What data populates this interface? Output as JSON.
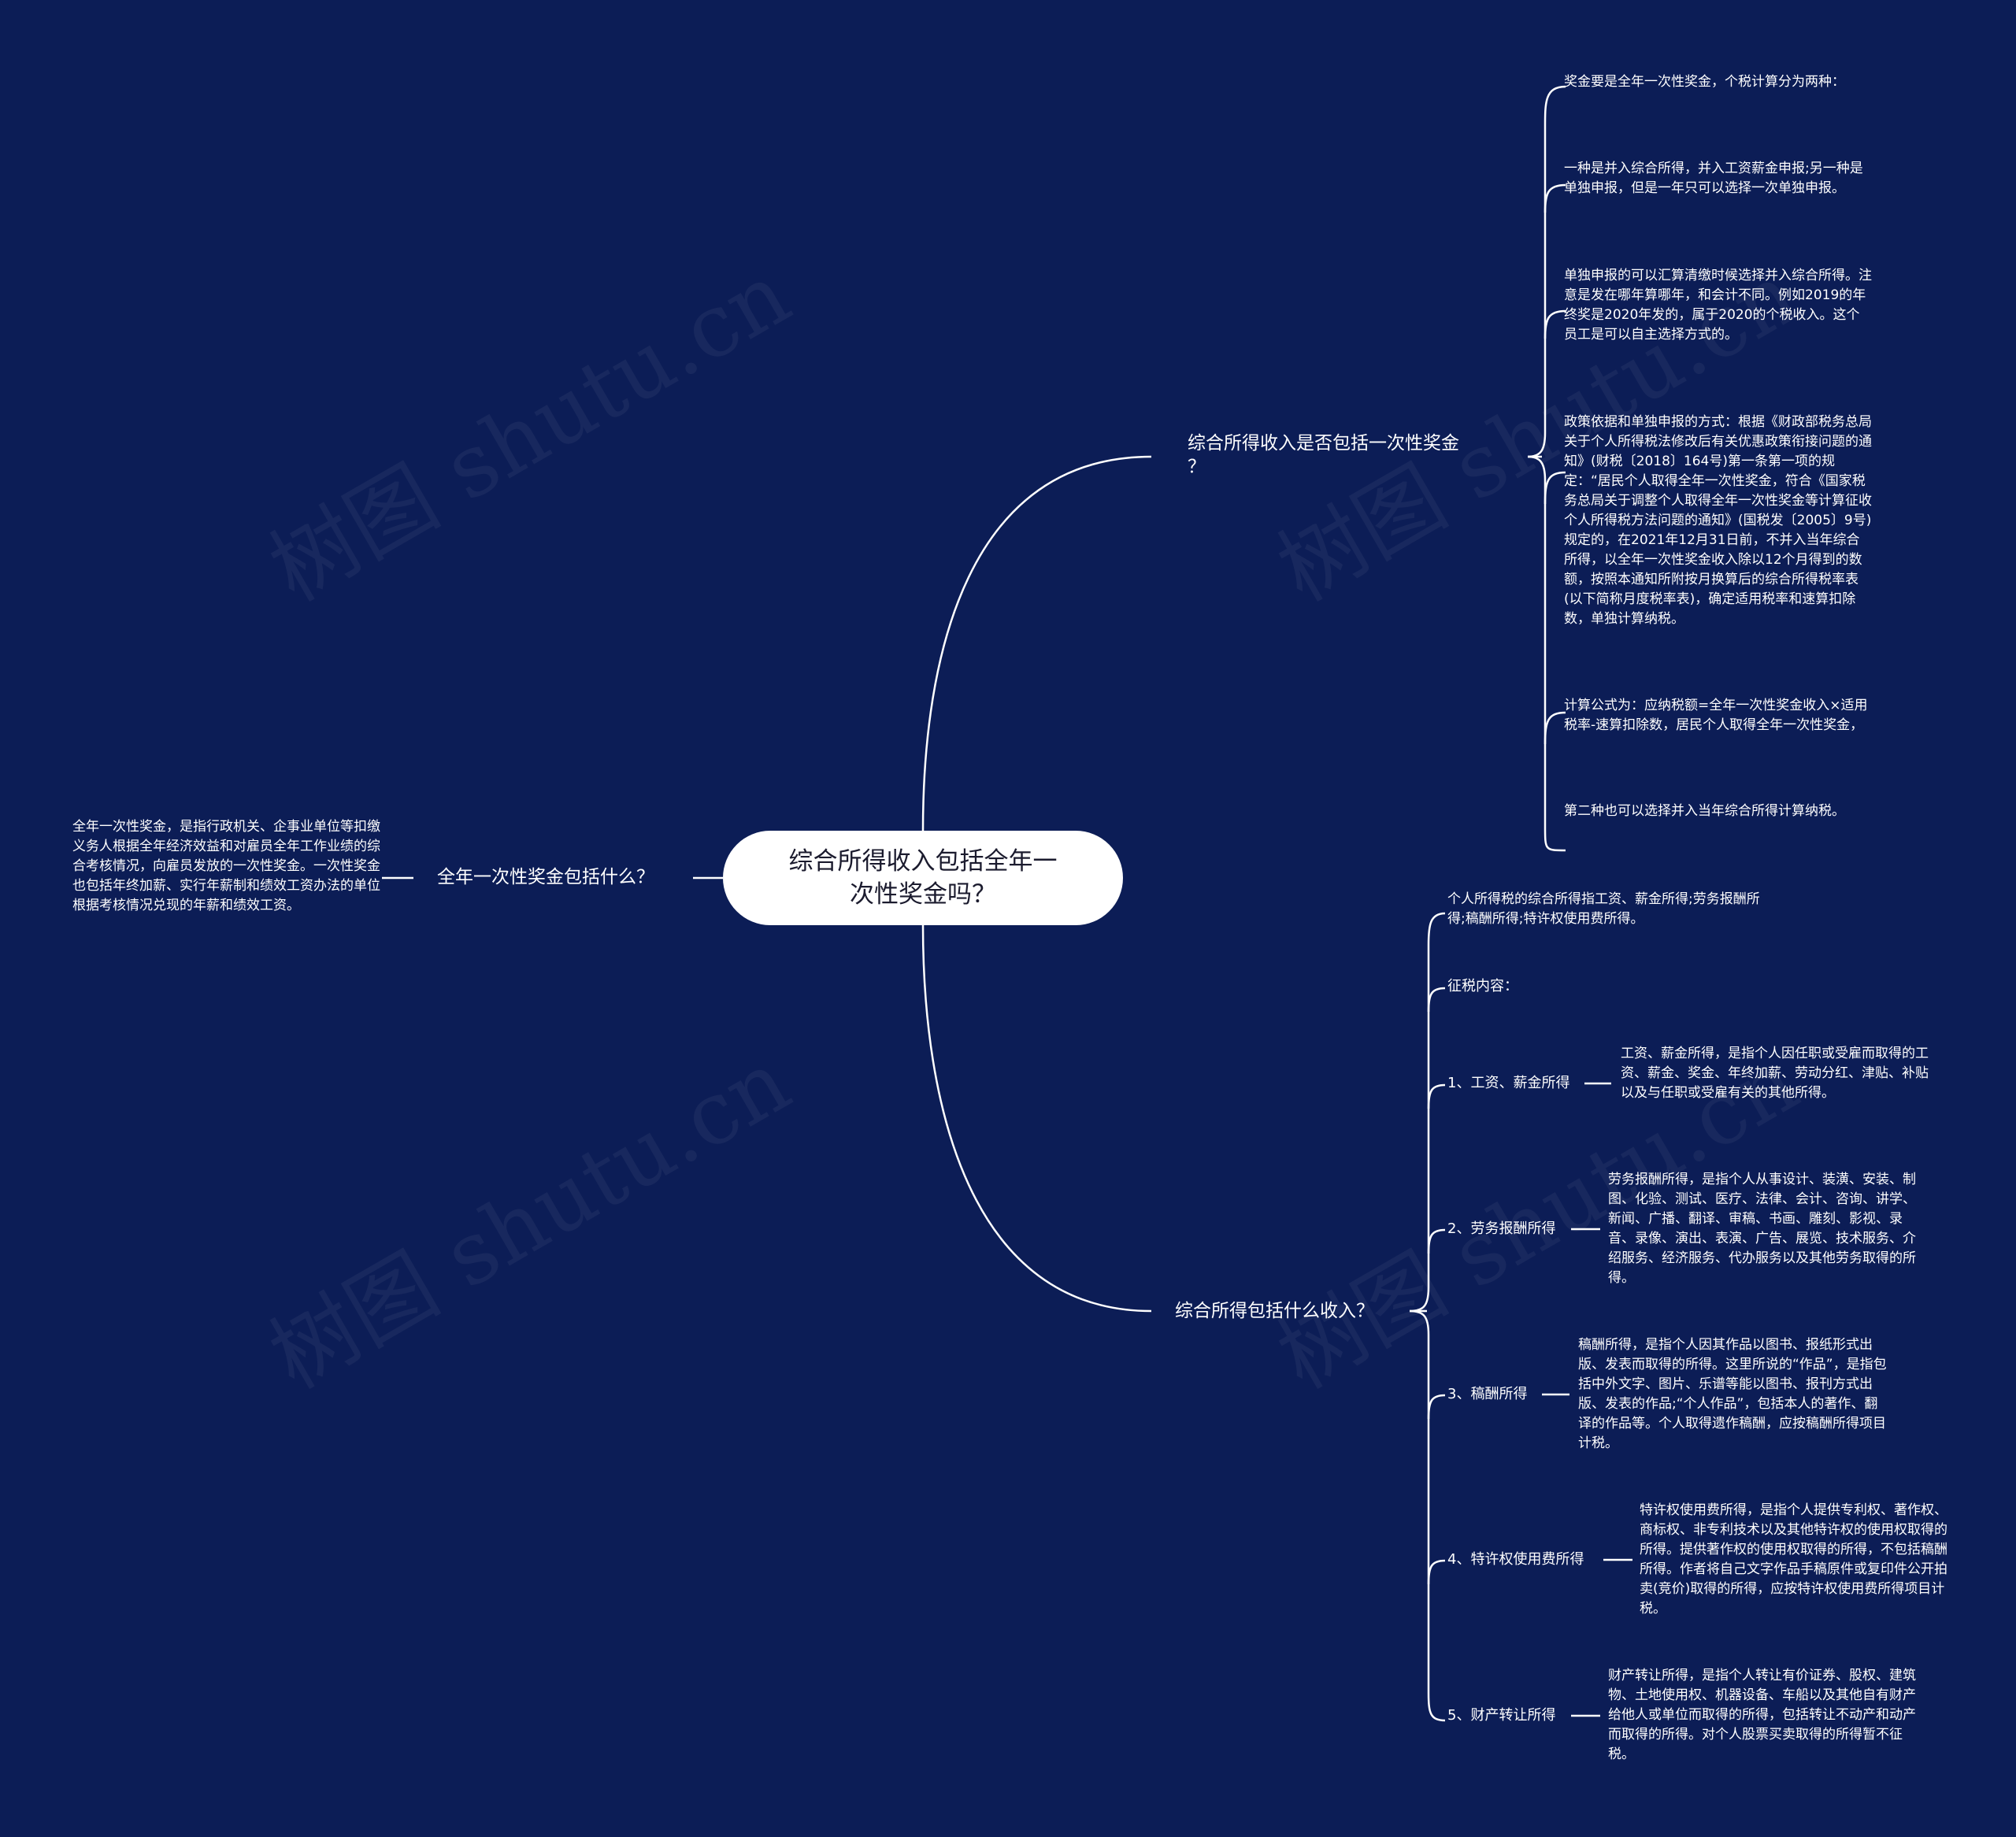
{
  "watermark": "树图 shutu.cn",
  "root": {
    "line1": "综合所得收入包括全年一",
    "line2": "次性奖金吗？"
  },
  "left_branch": {
    "title": "全年一次性奖金包括什么？",
    "leaf": "全年一次性奖金，是指行政机关、企事业单位等扣缴义务人根据全年经济效益和对雇员全年工作业绩的综合考核情况，向雇员发放的一次性奖金。一次性奖金也包括年终加薪、实行年薪制和绩效工资办法的单位根据考核情况兑现的年薪和绩效工资。"
  },
  "branch1": {
    "title_line1": "综合所得收入是否包括一次性奖金",
    "title_line2": "？",
    "leaves": [
      "奖金要是全年一次性奖金，个税计算分为两种：",
      "一种是并入综合所得，并入工资薪金申报;另一种是单独申报，但是一年只可以选择一次单独申报。",
      "单独申报的可以汇算清缴时候选择并入综合所得。注意是发在哪年算哪年，和会计不同。例如2019的年终奖是2020年发的，属于2020的个税收入。这个员工是可以自主选择方式的。",
      "政策依据和单独申报的方式：根据《财政部税务总局关于个人所得税法修改后有关优惠政策衔接问题的通知》(财税〔2018〕164号)第一条第一项的规定：“居民个人取得全年一次性奖金，符合《国家税务总局关于调整个人取得全年一次性奖金等计算征收个人所得税方法问题的通知》(国税发〔2005〕9号)规定的，在2021年12月31日前，不并入当年综合所得，以全年一次性奖金收入除以12个月得到的数额，按照本通知所附按月换算后的综合所得税率表(以下简称月度税率表)，确定适用税率和速算扣除数，单独计算纳税。",
      "计算公式为：应纳税额=全年一次性奖金收入×适用税率-速算扣除数，居民个人取得全年一次性奖金，",
      "第二种也可以选择并入当年综合所得计算纳税。"
    ]
  },
  "branch2": {
    "title": "综合所得包括什么收入？",
    "intro": "个人所得税的综合所得指工资、薪金所得;劳务报酬所得;稿酬所得;特许权使用费所得。",
    "content_label": "征税内容：",
    "items": [
      {
        "label": "1、工资、薪金所得",
        "desc": "工资、薪金所得，是指个人因任职或受雇而取得的工资、薪金、奖金、年终加薪、劳动分红、津贴、补贴以及与任职或受雇有关的其他所得。"
      },
      {
        "label": "2、劳务报酬所得",
        "desc": "劳务报酬所得，是指个人从事设计、装潢、安装、制图、化验、测试、医疗、法律、会计、咨询、讲学、新闻、广播、翻译、审稿、书画、雕刻、影视、录音、录像、演出、表演、广告、展览、技术服务、介绍服务、经济服务、代办服务以及其他劳务取得的所得。"
      },
      {
        "label": "3、稿酬所得",
        "desc": "稿酬所得，是指个人因其作品以图书、报纸形式出版、发表而取得的所得。这里所说的“作品”，是指包括中外文字、图片、乐谱等能以图书、报刊方式出版、发表的作品;“个人作品”，包括本人的著作、翻译的作品等。个人取得遗作稿酬，应按稿酬所得项目计税。"
      },
      {
        "label": "4、特许权使用费所得",
        "desc": "特许权使用费所得，是指个人提供专利权、著作权、商标权、非专利技术以及其他特许权的使用权取得的所得。提供著作权的使用权取得的所得，不包括稿酬所得。作者将自己文字作品手稿原件或复印件公开拍卖(竞价)取得的所得，应按特许权使用费所得项目计税。"
      },
      {
        "label": "5、财产转让所得",
        "desc": "财产转让所得，是指个人转让有价证券、股权、建筑物、土地使用权、机器设备、车船以及其他自有财产给他人或单位而取得的所得，包括转让不动产和动产而取得的所得。对个人股票买卖取得的所得暂不征税。"
      }
    ]
  }
}
